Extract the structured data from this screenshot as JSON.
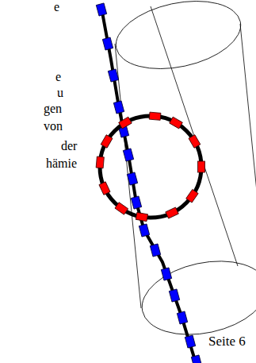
{
  "diagram": {
    "labels": [
      "e",
      "e",
      "u",
      "gen",
      "von",
      "der",
      "hämie",
      "Seite 6"
    ]
  }
}
